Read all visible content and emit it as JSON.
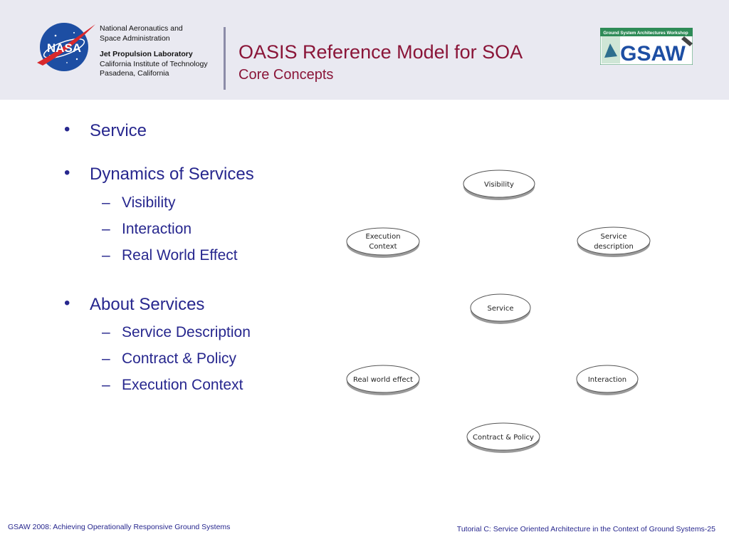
{
  "header": {
    "org_line1": "National Aeronautics and",
    "org_line2": "Space Administration",
    "jpl_line1": "Jet Propulsion Laboratory",
    "jpl_line2": "California Institute of Technology",
    "jpl_line3": "Pasadena, California",
    "title": "OASIS Reference Model for SOA",
    "subtitle": "Core Concepts",
    "nasa_logo": {
      "text": "NASA",
      "icon": "nasa-meatball-logo"
    },
    "gsaw_logo": {
      "banner": "Ground System Architectures Workshop",
      "text": "GSAW",
      "icon": "gsaw-logo"
    }
  },
  "bullets": [
    {
      "label": "Service",
      "sub": []
    },
    {
      "label": "Dynamics of Services",
      "sub": [
        "Visibility",
        "Interaction",
        "Real World Effect"
      ]
    },
    {
      "label": "About Services",
      "sub": [
        "Service Description",
        "Contract & Policy",
        "Execution Context"
      ]
    }
  ],
  "diagram": {
    "nodes": [
      {
        "id": "visibility",
        "lines": [
          "Visibility"
        ]
      },
      {
        "id": "execution-context",
        "lines": [
          "Execution",
          "Context"
        ]
      },
      {
        "id": "service-description",
        "lines": [
          "Service",
          "description"
        ]
      },
      {
        "id": "service",
        "lines": [
          "Service"
        ]
      },
      {
        "id": "real-world-effect",
        "lines": [
          "Real world effect"
        ]
      },
      {
        "id": "interaction",
        "lines": [
          "Interaction"
        ]
      },
      {
        "id": "contract-policy",
        "lines": [
          "Contract & Policy"
        ]
      }
    ]
  },
  "footer": {
    "left": "GSAW 2008:  Achieving Operationally Responsive Ground Systems",
    "right": "Tutorial C: Service Oriented Architecture in the Context of Ground Systems-25"
  },
  "colors": {
    "title": "#8a1538",
    "body_text": "#27278e",
    "header_bg": "#e9e9f1",
    "nasa_blue": "#1d4ea3",
    "nasa_red": "#d8282c",
    "gsaw_green": "#2e8b57"
  }
}
